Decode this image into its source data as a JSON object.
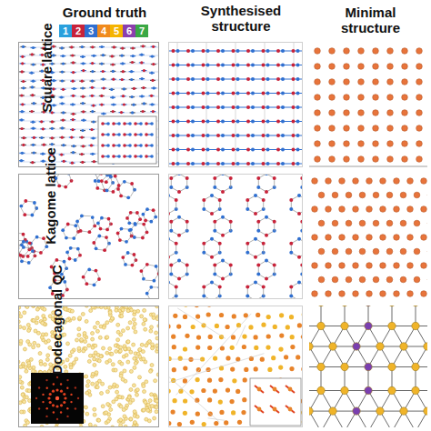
{
  "diagram": {
    "labels": [
      "Ground truth",
      "Synthesised structure",
      "Minimal structure",
      "1",
      "2",
      "3",
      "4",
      "5",
      "6",
      "7",
      "Square lattice",
      "Kagome lattice",
      "Dodecagonal QC"
    ]
  }
}
